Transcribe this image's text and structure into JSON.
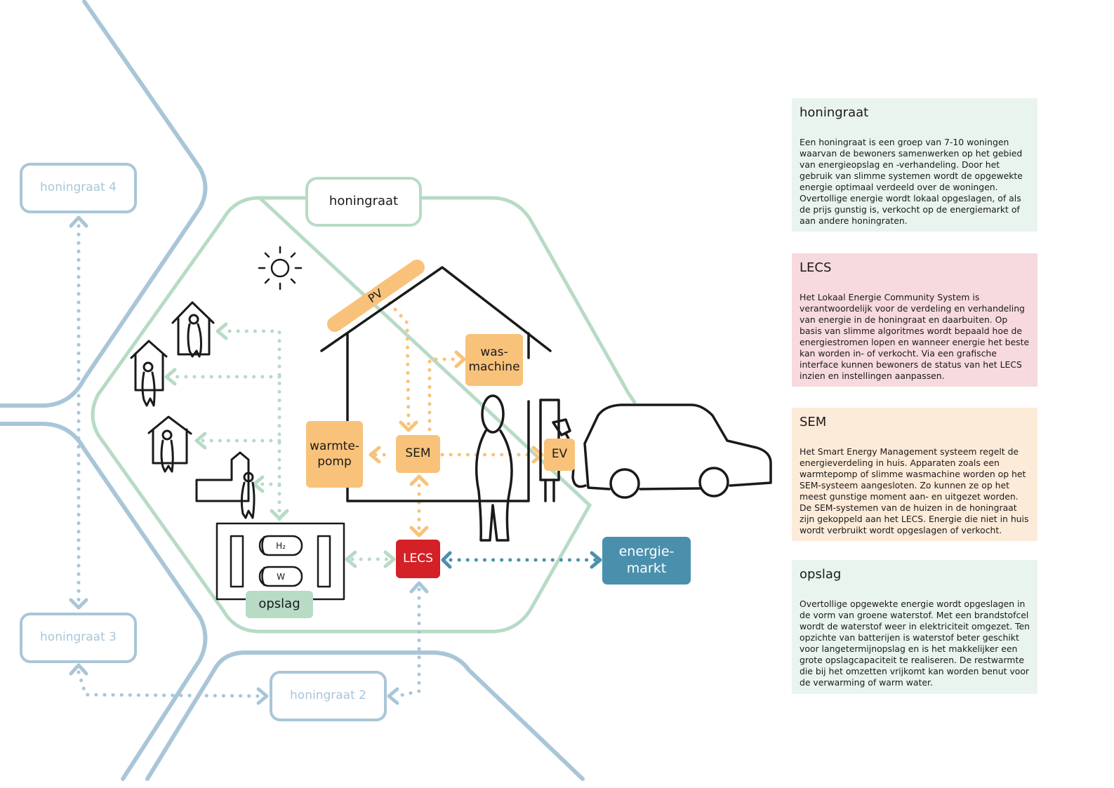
{
  "colors": {
    "honeycomb_blue": "#a9c6d8",
    "honeycomb_green": "#b7dbc5",
    "orange": "#f8c27a",
    "red": "#d42027",
    "teal": "#4a90ad",
    "panel_green": "#e9f4ee",
    "panel_pink": "#f7dadd",
    "panel_peach": "#fdebd9"
  },
  "diagram": {
    "honingraat_main": "honingraat",
    "honingraat_2": "honingraat 2",
    "honingraat_3": "honingraat 3",
    "honingraat_4": "honingraat 4",
    "pv": "PV",
    "wasmachine": "was-\nmachine",
    "warmtepomp": "warmte-\npomp",
    "sem": "SEM",
    "ev": "EV",
    "lecs": "LECS",
    "energiemarkt": "energie-\nmarkt",
    "opslag": "opslag",
    "h2": "H₂",
    "w": "W"
  },
  "icons": [
    "sun-icon",
    "house-icon",
    "person-icon",
    "car-icon",
    "charger-icon",
    "storage-tank-icon"
  ],
  "panels": [
    {
      "title": "honingraat",
      "text": "Een honingraat is een groep van 7-10 woningen waarvan de bewoners samenwerken op het gebied van energieopslag en -verhandeling. Door het gebruik van slimme systemen wordt de opgewekte energie optimaal verdeeld over de woningen. Overtollige energie wordt lokaal opgeslagen, of als de prijs gunstig is, verkocht op de energiemarkt of aan andere honingraten."
    },
    {
      "title": "LECS",
      "text": "Het Lokaal Energie Community System is verantwoordelijk voor de verdeling en verhandeling van energie in de honingraat en daarbuiten. Op basis van slimme algoritmes wordt bepaald hoe de energiestromen lopen en wanneer energie het beste kan worden in- of verkocht. Via een grafische interface kunnen bewoners de status van het LECS inzien en instellingen aanpassen."
    },
    {
      "title": "SEM",
      "text": "Het Smart Energy Management systeem regelt de energieverdeling in huis. Apparaten zoals een warmtepomp of slimme wasmachine worden op het SEM-systeem aangesloten. Zo kunnen ze op het meest gunstige moment aan- en uitgezet worden. De SEM-systemen van de huizen in de honingraat zijn gekoppeld aan het LECS. Energie die niet in huis wordt verbruikt wordt opgeslagen of verkocht."
    },
    {
      "title": "opslag",
      "text": "Overtollige opgewekte energie wordt opgeslagen in de vorm van groene waterstof. Met een brandstofcel wordt de waterstof weer in elektriciteit omgezet. Ten opzichte van batterijen is waterstof beter geschikt voor langetermijnopslag en is het makkelijker een grote opslagcapaciteit te realiseren. De restwarmte die bij het omzetten vrijkomt kan worden benut voor de verwarming of warm water."
    }
  ]
}
